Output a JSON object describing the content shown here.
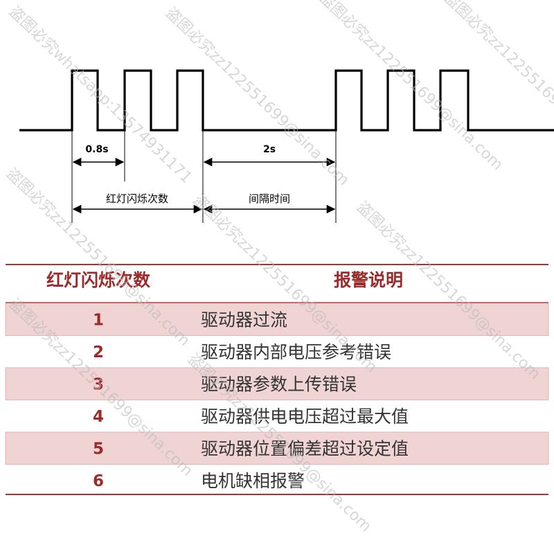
{
  "timing": {
    "pulse_period_label": "0.8s",
    "gap_label": "2s",
    "flash_count_label": "红灯闪烁次数",
    "interval_label": "间隔时间"
  },
  "table": {
    "headers": [
      "红灯闪烁次数",
      "报警说明"
    ],
    "rows": [
      {
        "count": "1",
        "desc": "驱动器过流"
      },
      {
        "count": "2",
        "desc": "驱动器内部电压参考错误"
      },
      {
        "count": "3",
        "desc": "驱动器参数上传错误"
      },
      {
        "count": "4",
        "desc": "驱动器供电电压超过最大值"
      },
      {
        "count": "5",
        "desc": "驱动器位置偏差超过设定值"
      },
      {
        "count": "6",
        "desc": "电机缺相报警"
      }
    ]
  },
  "watermarks": [
    "盗图必究whatsapp:13574931171",
    "盗图必究zz122551699@sina.com",
    "盗图必究zz122551699@sina.com",
    "盗图必究zz122551699@sina.com",
    "盗图必究zz122551699@sina.com",
    "盗图必究zz122551699@sina.com",
    "盗图必究zz122551699@sina.com",
    "盗图必究zz122551699@sina.com",
    "盗图必究zz122551699@sina.com"
  ],
  "colors": {
    "accent": "#9b2a2a",
    "band": "#f0d3d3",
    "band_border": "#e2b5b5",
    "rule": "#a83232",
    "wave": "#000000",
    "header_text": "#9b2a2a",
    "count_text": "#9b2a2a",
    "desc_text": "#333333"
  }
}
